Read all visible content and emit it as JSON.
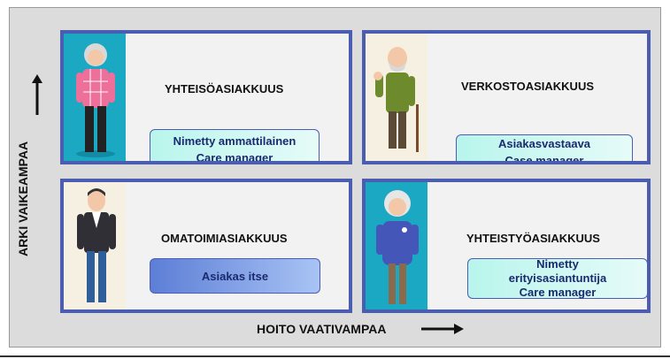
{
  "axes": {
    "y_label": "ARKI VAIKEAMPAA",
    "x_label": "HOITO VAATIVAMPAA"
  },
  "quadrants": {
    "top_left": {
      "title": "YHTEISÖASIAKKUUS",
      "box_line1": "Nimetty ammattilainen",
      "box_line2": "Care manager"
    },
    "top_right": {
      "title": "VERKOSTOASIAKKUUS",
      "box_line1": "Asiakasvastaava",
      "box_line2": "Case manager"
    },
    "bottom_left": {
      "title": "OMATOIMIASIAKKUUS",
      "box_line1": "Asiakas itse"
    },
    "bottom_right": {
      "title": "YHTEISTYÖASIAKKUUS",
      "box_line1": "Nimetty",
      "box_line2": "erityisasiantuntija",
      "box_line3": "Care manager"
    }
  },
  "colors": {
    "quadrant_border": "#4a5db0",
    "teal_backdrop": "#1aa8c2",
    "box_light": "#b8f5ec",
    "box_blue": "#5c7ed6"
  }
}
